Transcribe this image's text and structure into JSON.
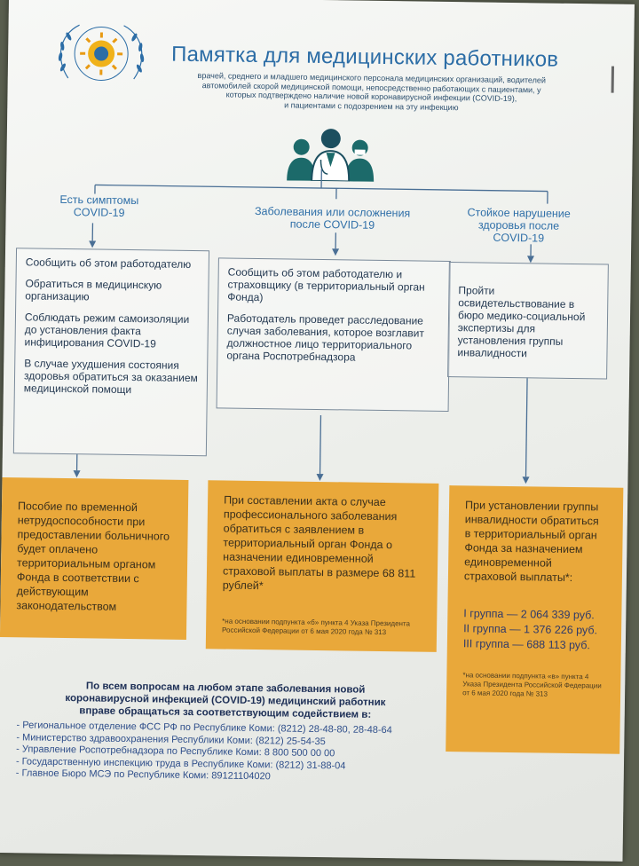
{
  "title": "Памятка для медицинских работников",
  "subtitle_lines": [
    "врачей, среднего и младшего медицинского персонала медицинских организаций, водителей",
    "автомобилей скорой медицинской помощи, непосредственно работающих с пациентами, у",
    "которых подтверждено наличие новой коронавирусной инфекции (COVID-19),",
    "и пациентами с подозрением на эту инфекцию"
  ],
  "branches": {
    "left": {
      "line1": "Есть симптомы",
      "line2": "COVID-19"
    },
    "middle": {
      "line1": "Заболевания или осложнения",
      "line2": "после COVID-19"
    },
    "right": {
      "line1": "Стойкое нарушение",
      "line2": "здоровья после",
      "line3": "COVID-19"
    }
  },
  "left_box": [
    "Сообщить об этом работодателю",
    "Обратиться в медицинскую организацию",
    "Соблюдать режим самоизоляции до установления факта инфицирования COVID-19",
    "В случае ухудшения состояния здоровья обратиться за оказанием медицинской помощи"
  ],
  "middle_box": [
    "Сообщить об этом работодателю и страховщику (в территориальный орган Фонда)",
    "Работодатель проведет расследование случая заболевания, которое возглавит должностное лицо территориального органа Роспотребнадзора"
  ],
  "right_box": [
    "Пройти освидетельствование в бюро медико-социальной экспертизы для установления группы инвалидности"
  ],
  "left_orange": "Пособие по временной нетрудоспособности при предоставлении больничного будет оплачено территориальным органом Фонда в соответствии с действующим законодательством",
  "middle_orange": {
    "text": "При составлении акта о случае профессионального заболевания обратиться с заявлением в территориальный орган Фонда о назначении единовременной страховой выплаты в размере 68 811 рублей*",
    "footnote": "*на основании подпункта «б» пункта 4 Указа Президента Российской Федерации от 6 мая 2020 года № 313"
  },
  "right_orange": {
    "text": "При установлении группы инвалидности обратиться в территориальный орган Фонда за назначением единовременной страховой выплаты*:",
    "tiers": [
      "I группа — 2 064 339 руб.",
      "II группа — 1 376 226 руб.",
      "III группа — 688 113 руб."
    ],
    "footnote": "*на основании подпункта «в» пункта 4 Указа Президента Российской Федерации от 6 мая 2020 года № 313"
  },
  "bottom_question": "По всем вопросам на любом этапе заболевания новой коронавирусной инфекцией (COVID-19) медицинский работник вправе обращаться за соответствующим содействием в:",
  "contacts": [
    "- Региональное отделение ФСС РФ по Республике Коми: (8212) 28-48-80, 28-48-64",
    "- Министерство здравоохранения Республики Коми: (8212) 25-54-35",
    "- Управление Роспотребнадзора по Республике Коми: 8 800 500 00 00",
    "- Государственную инспекцию труда в Республике Коми: (8212) 31-88-04",
    "- Главное Бюро МСЭ по Республике Коми: 89121104020"
  ],
  "colors": {
    "accent": "#2c6da6",
    "orange": "#e9a83a",
    "paper": "#f2f3f1"
  }
}
